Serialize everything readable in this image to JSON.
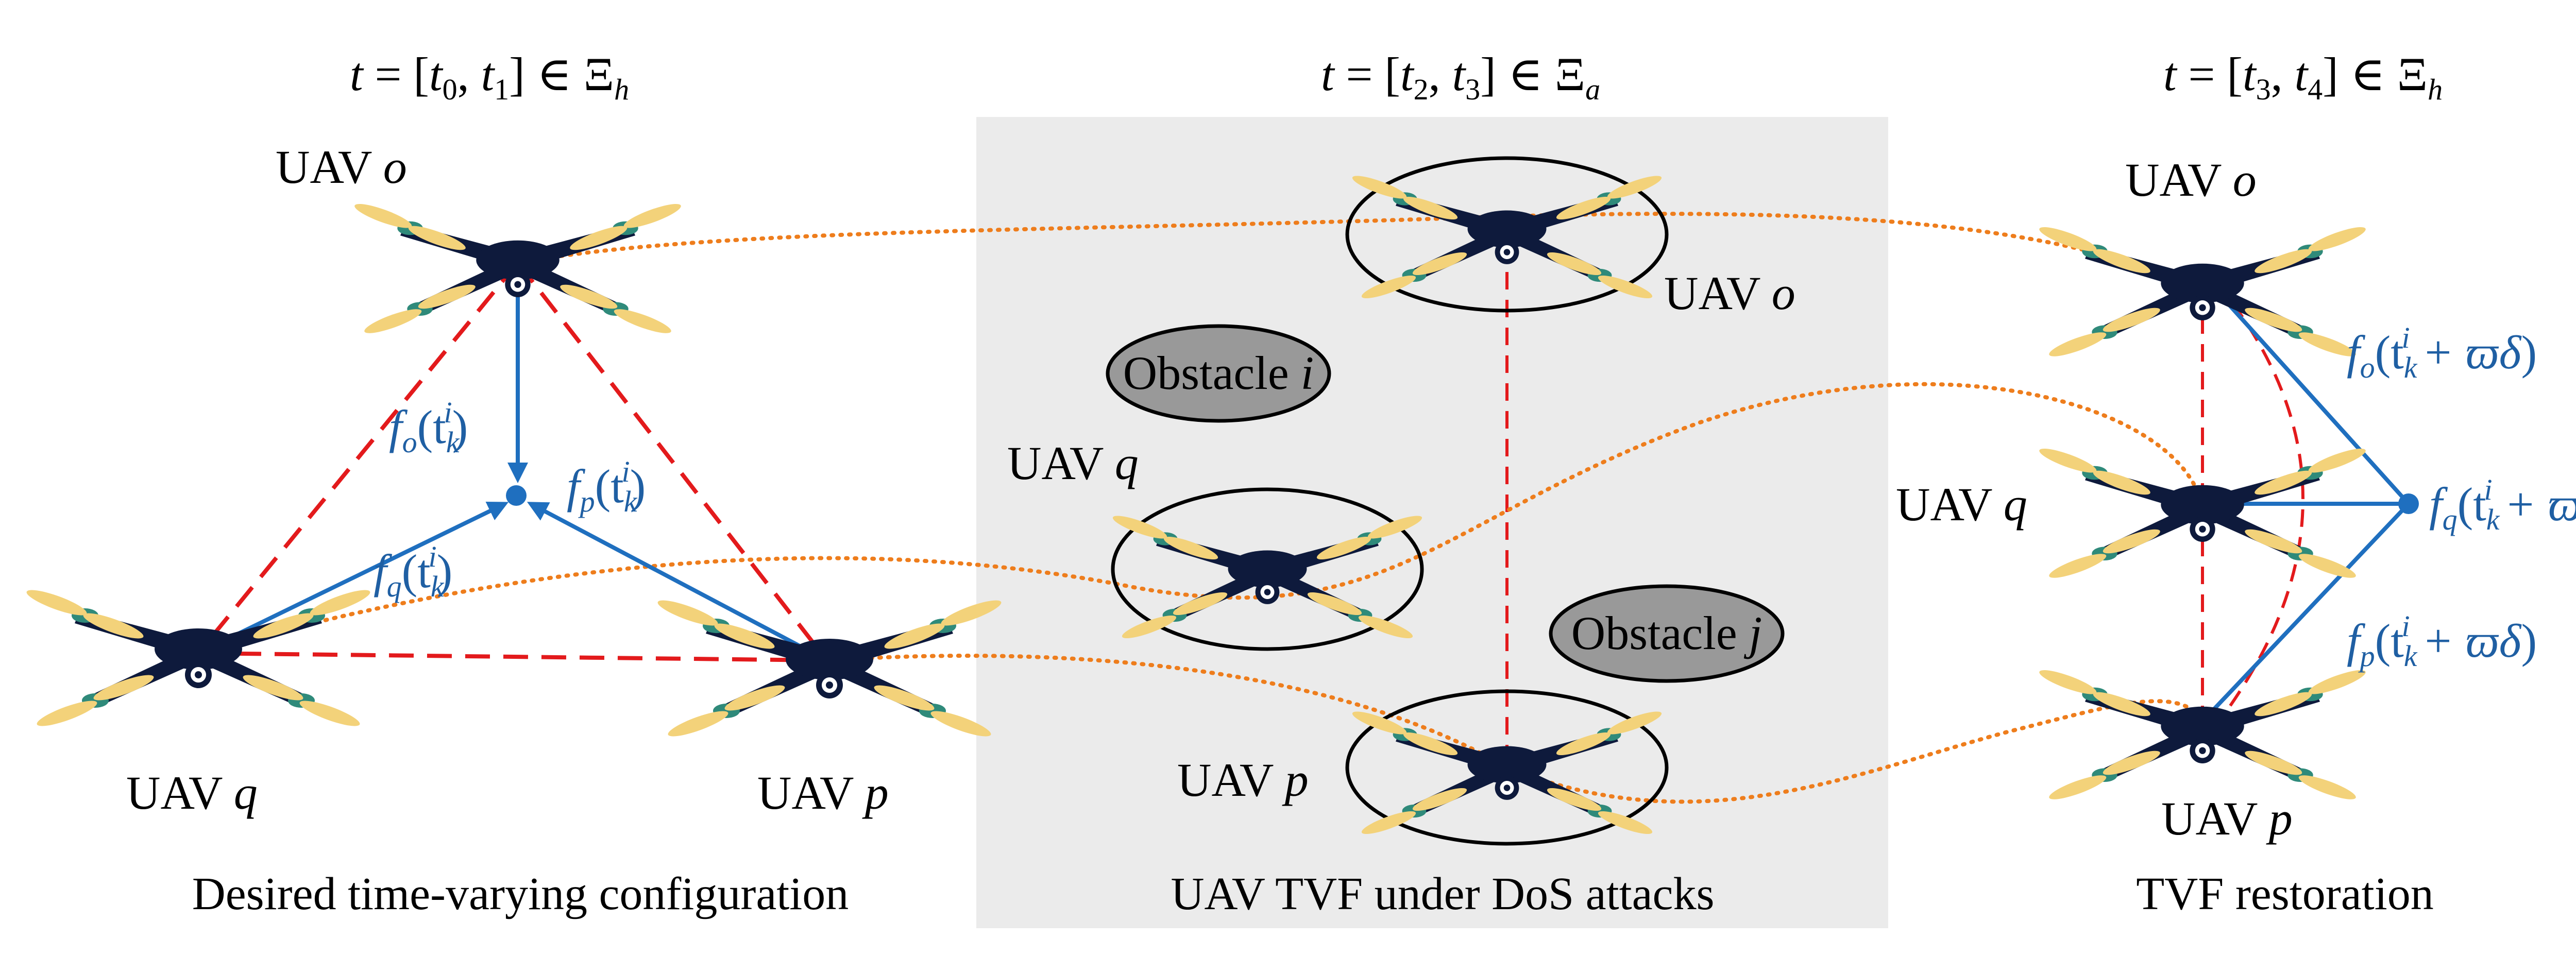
{
  "panels": {
    "left": {
      "time": {
        "t": "t",
        "eq": " = [",
        "s0": "t",
        "i0": "0",
        "comma": ", ",
        "s1": "t",
        "i1": "1",
        "close": "] ∈ Ξ",
        "mode": "h"
      },
      "caption": "Desired time-varying configuration"
    },
    "middle": {
      "time": {
        "t": "t",
        "eq": " = [",
        "s0": "t",
        "i0": "2",
        "comma": ", ",
        "s1": "t",
        "i1": "3",
        "close": "] ∈ Ξ",
        "mode": "a"
      },
      "caption": "UAV TVF under DoS attacks"
    },
    "right": {
      "time": {
        "t": "t",
        "eq": " = [",
        "s0": "t",
        "i0": "3",
        "comma": ", ",
        "s1": "t",
        "i1": "4",
        "close": "] ∈ Ξ",
        "mode": "h"
      },
      "caption": "TVF restoration"
    }
  },
  "uav": {
    "prefix": "UAV ",
    "o": "o",
    "p": "p",
    "q": "q"
  },
  "obstacles": {
    "word": "Obstacle ",
    "i": "i",
    "j": "j"
  },
  "vectors": {
    "f": "f",
    "o": "o",
    "p": "p",
    "q": "q",
    "open": "(t",
    "k": "k",
    "i": "i",
    "close": ")",
    "offset": " + ϖδ"
  },
  "colors": {
    "formation": "#e31a1c",
    "trajectory": "#ee7d1c",
    "vector": "#1f6fbf",
    "attack_zone": "#ebebeb",
    "obstacle": "#999999",
    "drone_body": "#0e1a3c",
    "propeller": "#f3d27a"
  },
  "icons": {
    "drone": "quadrotor-uav-icon"
  }
}
